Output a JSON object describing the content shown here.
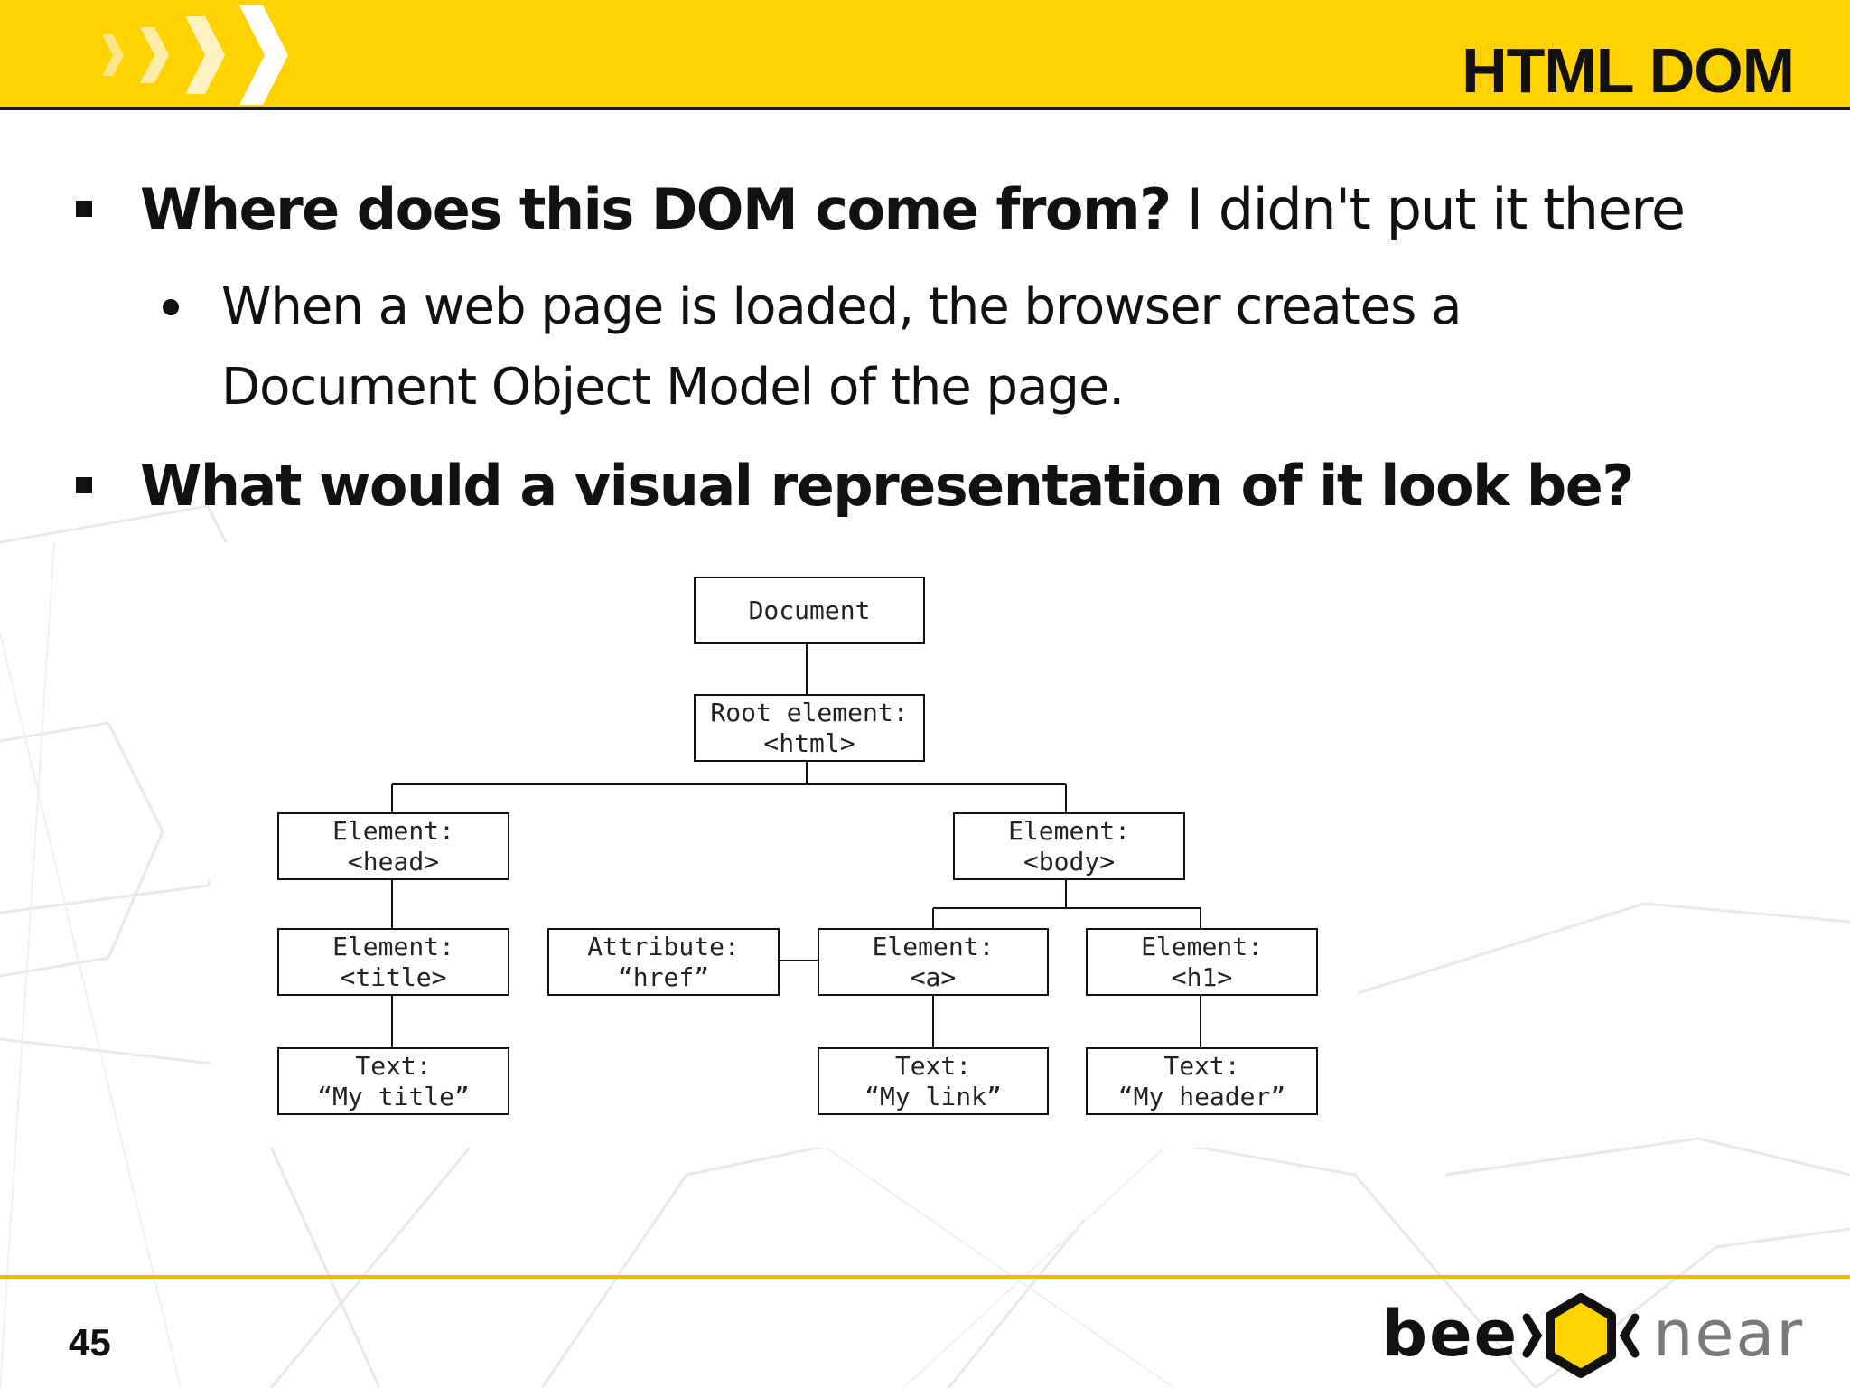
{
  "header": {
    "title": "HTML DOM",
    "background_color": "#ffd200",
    "decoration": "chevron-arrows"
  },
  "bullets": [
    {
      "bold": "Where does this DOM come from?",
      "text": " I didn't put it there",
      "sub": [
        "When a web page is loaded, the browser creates a",
        "Document Object Model of the page."
      ]
    },
    {
      "bold": "What would a visual representation of it look be?",
      "text": ""
    }
  ],
  "diagram": {
    "document": [
      "Document"
    ],
    "root": [
      "Root element:",
      "<html>"
    ],
    "head": [
      "Element:",
      "<head>"
    ],
    "body": [
      "Element:",
      "<body>"
    ],
    "title_el": [
      "Element:",
      "<title>"
    ],
    "attribute": [
      "Attribute:",
      "“href”"
    ],
    "a_el": [
      "Element:",
      "<a>"
    ],
    "h1_el": [
      "Element:",
      "<h1>"
    ],
    "text_title": [
      "Text:",
      "“My title”"
    ],
    "text_link": [
      "Text:",
      "“My link”"
    ],
    "text_header": [
      "Text:",
      "“My header”"
    ]
  },
  "footer": {
    "page_number": "45",
    "logo_left": "bee",
    "logo_right": "near",
    "accent_color": "#f5b800"
  }
}
